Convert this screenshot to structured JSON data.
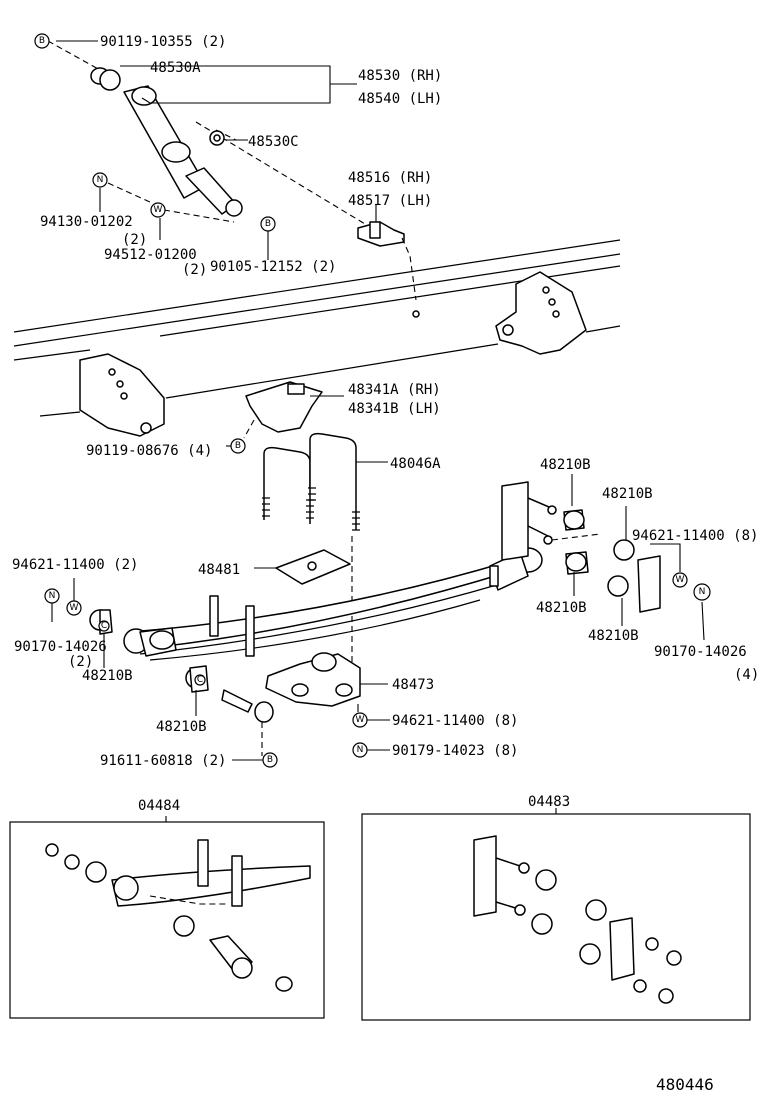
{
  "diagram_id": "480446",
  "labels": {
    "p90119_10355": "90119-10355 (2)",
    "p48530A": "48530A",
    "p48530_rh": "48530 (RH)",
    "p48540_lh": "48540 (LH)",
    "p48530C": "48530C",
    "p48516_rh": "48516 (RH)",
    "p48517_lh": "48517 (LH)",
    "p94130_01202": "94130-01202",
    "p94130_qty": "(2)",
    "p94512_01200": "94512-01200",
    "p94512_qty": "(2)",
    "p90105_12152": "90105-12152 (2)",
    "p48341A_rh": "48341A (RH)",
    "p48341B_lh": "48341B (LH)",
    "p90119_08676": "90119-08676 (4)",
    "p48046A": "48046A",
    "p48210B_1": "48210B",
    "p48210B_2": "48210B",
    "p94621_11400_8a": "94621-11400 (8)",
    "p94621_11400_2": "94621-11400 (2)",
    "p48481": "48481",
    "p90170_14026_left": "90170-14026",
    "p90170_14026_left_qty": "(2)",
    "p48210B_3": "48210B",
    "p48210B_4": "48210B",
    "p48210B_5": "48210B",
    "p90170_14026_right": "90170-14026",
    "p90170_14026_right_qty": "(4)",
    "p48473": "48473",
    "p48210B_6": "48210B",
    "p94621_11400_8b": "94621-11400 (8)",
    "p90179_14023": "90179-14023 (8)",
    "p91611_60818": "91611-60818 (2)",
    "kit_04484": "04484",
    "kit_04483": "04483"
  },
  "symbols": {
    "bolt": "B",
    "nut": "N",
    "washer": "W",
    "cap": "C"
  },
  "colors": {
    "line": "#000000",
    "background": "#ffffff"
  }
}
